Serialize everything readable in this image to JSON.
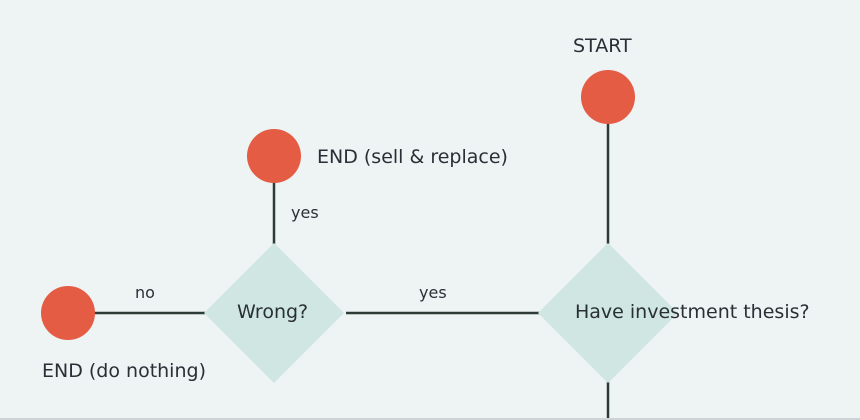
{
  "colors": {
    "background": "#eef3f4",
    "terminal_fill": "#e55c45",
    "decision_fill": "#cfe6e3",
    "connector": "#2e3b35",
    "text": "#2a2f36"
  },
  "nodes": {
    "start": {
      "label": "START",
      "shape": "circle"
    },
    "end_sell": {
      "label": "END (sell & replace)",
      "shape": "circle"
    },
    "end_nothing": {
      "label": "END (do nothing)",
      "shape": "circle"
    },
    "thesis": {
      "label": "Have investment thesis?",
      "shape": "diamond"
    },
    "wrong": {
      "label": "Wrong?",
      "shape": "diamond"
    }
  },
  "edges": {
    "start_to_thesis": {
      "from": "START",
      "to": "Have investment thesis?",
      "label": ""
    },
    "thesis_to_wrong": {
      "from": "Have investment thesis?",
      "to": "Wrong?",
      "label": "yes"
    },
    "wrong_to_sell": {
      "from": "Wrong?",
      "to": "END (sell & replace)",
      "label": "yes"
    },
    "wrong_to_nothing": {
      "from": "Wrong?",
      "to": "END (do nothing)",
      "label": "no"
    },
    "thesis_down": {
      "from": "Have investment thesis?",
      "to": "",
      "label": ""
    }
  }
}
